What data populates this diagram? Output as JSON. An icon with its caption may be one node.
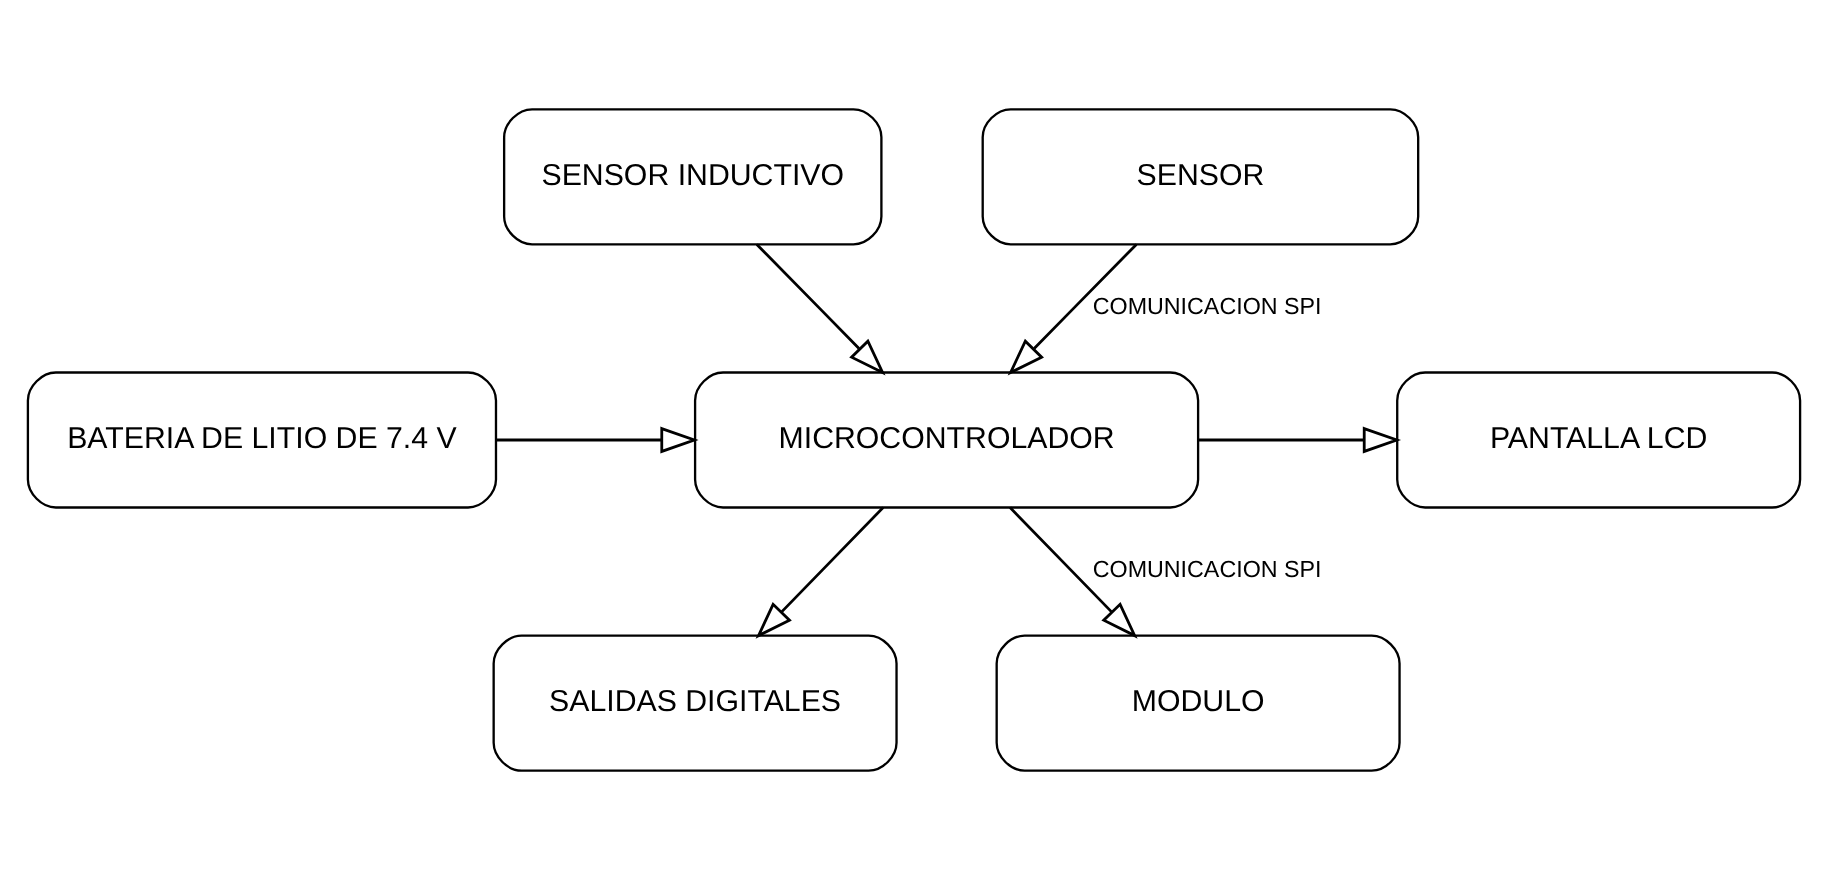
{
  "diagram": {
    "nodes": [
      {
        "text": [
          "SENSOR INDUCTIVO"
        ]
      },
      {
        "text": [
          "SENSOR"
        ]
      },
      {
        "text": [
          "BATERIA DE LITIO DE 7.4 V"
        ]
      },
      {
        "text": [
          "MICROCONTROLADOR"
        ]
      },
      {
        "text": [
          "PANTALLA LCD"
        ]
      },
      {
        "text": [
          "SALIDAS DIGITALES"
        ]
      },
      {
        "text": [
          "MODULO"
        ]
      }
    ],
    "edges": [
      {
        "from": 0,
        "to": 3,
        "arrow": "to"
      },
      {
        "from": 1,
        "to": 3,
        "arrow": "to",
        "label": "COMUNICACION SPI"
      },
      {
        "from": 2,
        "to": 3,
        "arrow": "to"
      },
      {
        "from": 3,
        "to": 4,
        "arrow": "to"
      },
      {
        "from": 3,
        "to": 5,
        "arrow": "to"
      },
      {
        "from": 3,
        "to": 6,
        "arrow": "to",
        "label": "COMUNICACION SPI"
      }
    ]
  }
}
